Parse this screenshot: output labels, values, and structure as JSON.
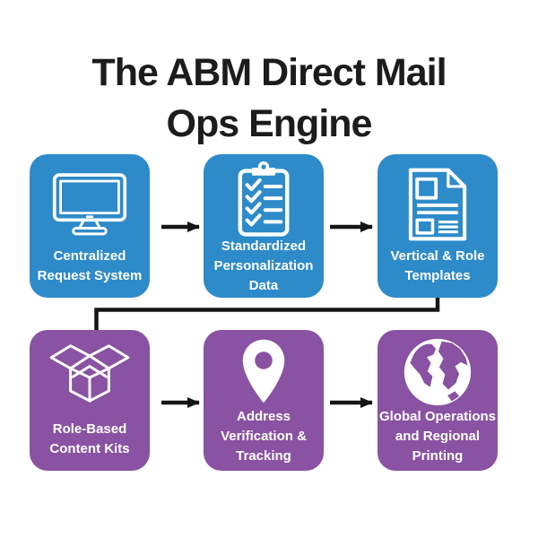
{
  "title": {
    "lines": [
      "The ABM Direct Mail",
      "Ops Engine"
    ]
  },
  "colors": {
    "blue": "#2E8BC9",
    "purple": "#8A52A2",
    "arrow": "#151515",
    "title": "#1C1C1C",
    "label": "#FFFFFF",
    "background": "#FFFFFF"
  },
  "boxes": [
    {
      "name": "centralized-request-system",
      "icon": "monitor-icon",
      "lines": [
        "Centralized",
        "Request System"
      ]
    },
    {
      "name": "standardized-personalization-data",
      "icon": "clipboard-checklist-icon",
      "lines": [
        "Standardized",
        "Personalization",
        "Data"
      ]
    },
    {
      "name": "vertical-and-role-templates",
      "icon": "document-template-icon",
      "lines": [
        "Vertical & Role",
        "Templates"
      ]
    },
    {
      "name": "role-based-content-kits",
      "icon": "open-box-icon",
      "lines": [
        "Role-Based",
        "Content Kits"
      ]
    },
    {
      "name": "address-verification-and-tracking",
      "icon": "map-pin-icon",
      "lines": [
        "Address",
        "Verification &",
        "Tracking"
      ]
    },
    {
      "name": "global-operations-and-regional-printing",
      "icon": "globe-icon",
      "lines": [
        "Global Operations",
        "and Regional",
        "Printing"
      ]
    }
  ],
  "connections": [
    {
      "from": "centralized-request-system",
      "to": "standardized-personalization-data"
    },
    {
      "from": "standardized-personalization-data",
      "to": "vertical-and-role-templates"
    },
    {
      "from": "vertical-and-role-templates",
      "to": "role-based-content-kits"
    },
    {
      "from": "role-based-content-kits",
      "to": "address-verification-and-tracking"
    },
    {
      "from": "address-verification-and-tracking",
      "to": "global-operations-and-regional-printing"
    }
  ]
}
